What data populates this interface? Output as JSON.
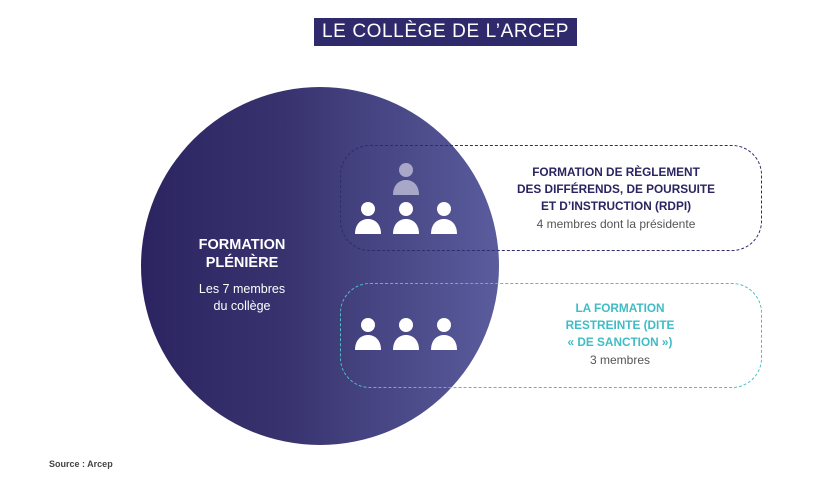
{
  "header": {
    "title": "LE COLLÈGE DE L’ARCEP"
  },
  "pleniere": {
    "title": "FORMATION\nPLÉNIÈRE",
    "subtitle": "Les 7 membres\ndu collège"
  },
  "rdpi": {
    "title": "FORMATION DE RÈGLEMENT\nDES DIFFÉRENDS, DE POURSUITE\nET D’INSTRUCTION (RDPI)",
    "subtitle": "4 membres dont la présidente"
  },
  "sanction": {
    "title": "LA FORMATION\nRESTREINTE (DITE\n« DE SANCTION »)",
    "subtitle": "3 membres"
  },
  "footer": {
    "source": "Source : Arcep"
  },
  "colors": {
    "title_bg": "#2f2a6b",
    "circle_left": "#2b2461",
    "circle_right": "#5a5c9d",
    "rdpi_border": "#2e2c6a",
    "sanction_accent": "#4bbfc5",
    "president_icon": "#a9a7c8",
    "member_icon": "#ffffff"
  },
  "icons": {
    "president": "person-icon",
    "member": "person-icon"
  }
}
